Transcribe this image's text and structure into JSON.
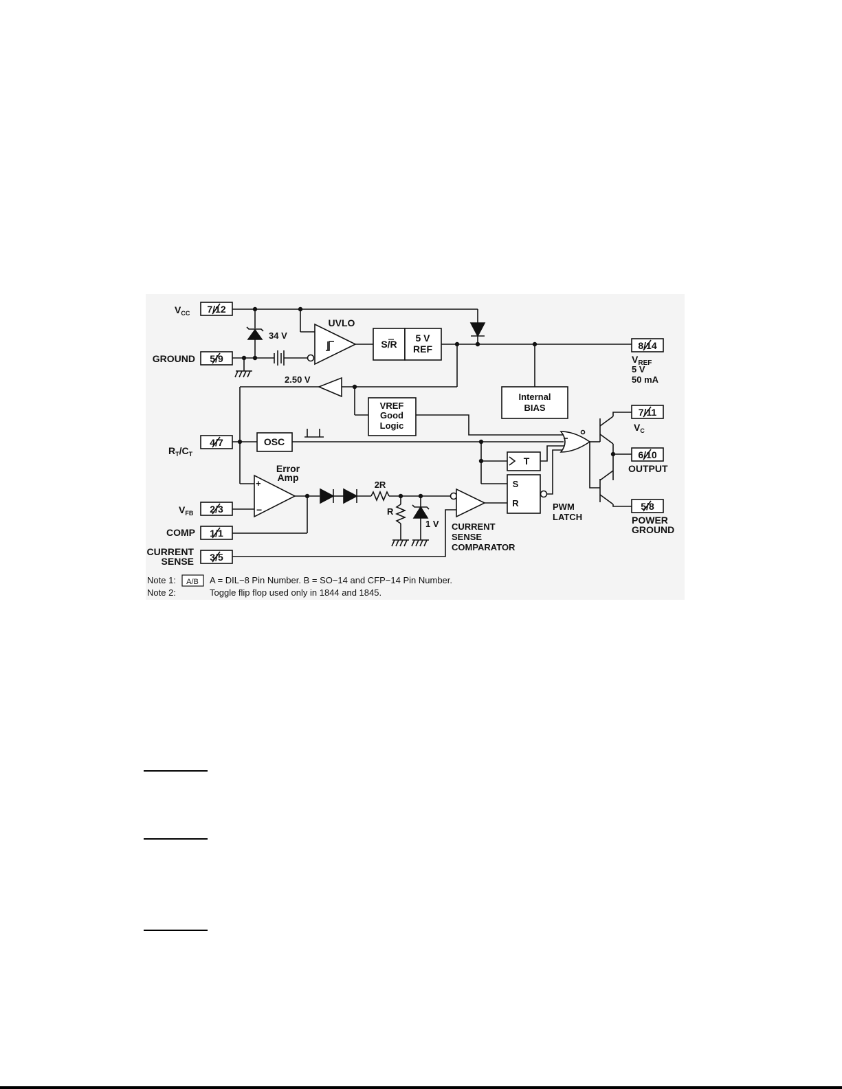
{
  "diagram": {
    "pins": {
      "vcc": {
        "label": "V",
        "sub": "CC",
        "number": "7/12"
      },
      "ground": {
        "label": "GROUND",
        "number": "5/9"
      },
      "rtct": {
        "label_a": "R",
        "sub_a": "T",
        "label_b": "/C",
        "sub_b": "T",
        "number": "4/7"
      },
      "vfb": {
        "label": "V",
        "sub": "FB",
        "number": "2/3"
      },
      "comp": {
        "label": "COMP",
        "number": "1/1"
      },
      "cs": {
        "label_line1": "CURRENT",
        "label_line2": "SENSE",
        "number": "3/5"
      },
      "vref": {
        "number": "8/14",
        "label": "V",
        "sub": "REF",
        "line2": "5 V",
        "line3": "50 mA"
      },
      "vc": {
        "number": "7/11",
        "label": "V",
        "sub": "C"
      },
      "output": {
        "number": "6/10",
        "label": "OUTPUT"
      },
      "pgnd": {
        "number": "5/8",
        "label_line1": "POWER",
        "label_line2": "GROUND"
      }
    },
    "blocks": {
      "uvlo": "UVLO",
      "sr": "S/R",
      "ref_line1": "5 V",
      "ref_line2": "REF",
      "bias_line1": "Internal",
      "bias_line2": "BIAS",
      "vref_good_line1": "VREF",
      "vref_good_line2": "Good",
      "vref_good_line3": "Logic",
      "osc": "OSC",
      "error_amp_line1": "Error",
      "error_amp_line2": "Amp",
      "toggle": "T",
      "latch_s": "S",
      "latch_r": "R",
      "pwm_latch_line1": "PWM",
      "pwm_latch_line2": "LATCH",
      "cs_comp_line1": "CURRENT",
      "cs_comp_line2": "SENSE",
      "cs_comp_line3": "COMPARATOR"
    },
    "components": {
      "zener": "34 V",
      "buffer": "2.50 V",
      "r2": "2R",
      "r": "R",
      "clamp": "1 V"
    },
    "notes": {
      "note1_label": "Note 1:",
      "note1_box": "A/B",
      "note1_text": "A = DIL−8 Pin Number. B = SO−14 and CFP−14 Pin Number.",
      "note2_label": "Note 2:",
      "note2_text": "Toggle flip flop used only in 1844 and 1845."
    }
  }
}
